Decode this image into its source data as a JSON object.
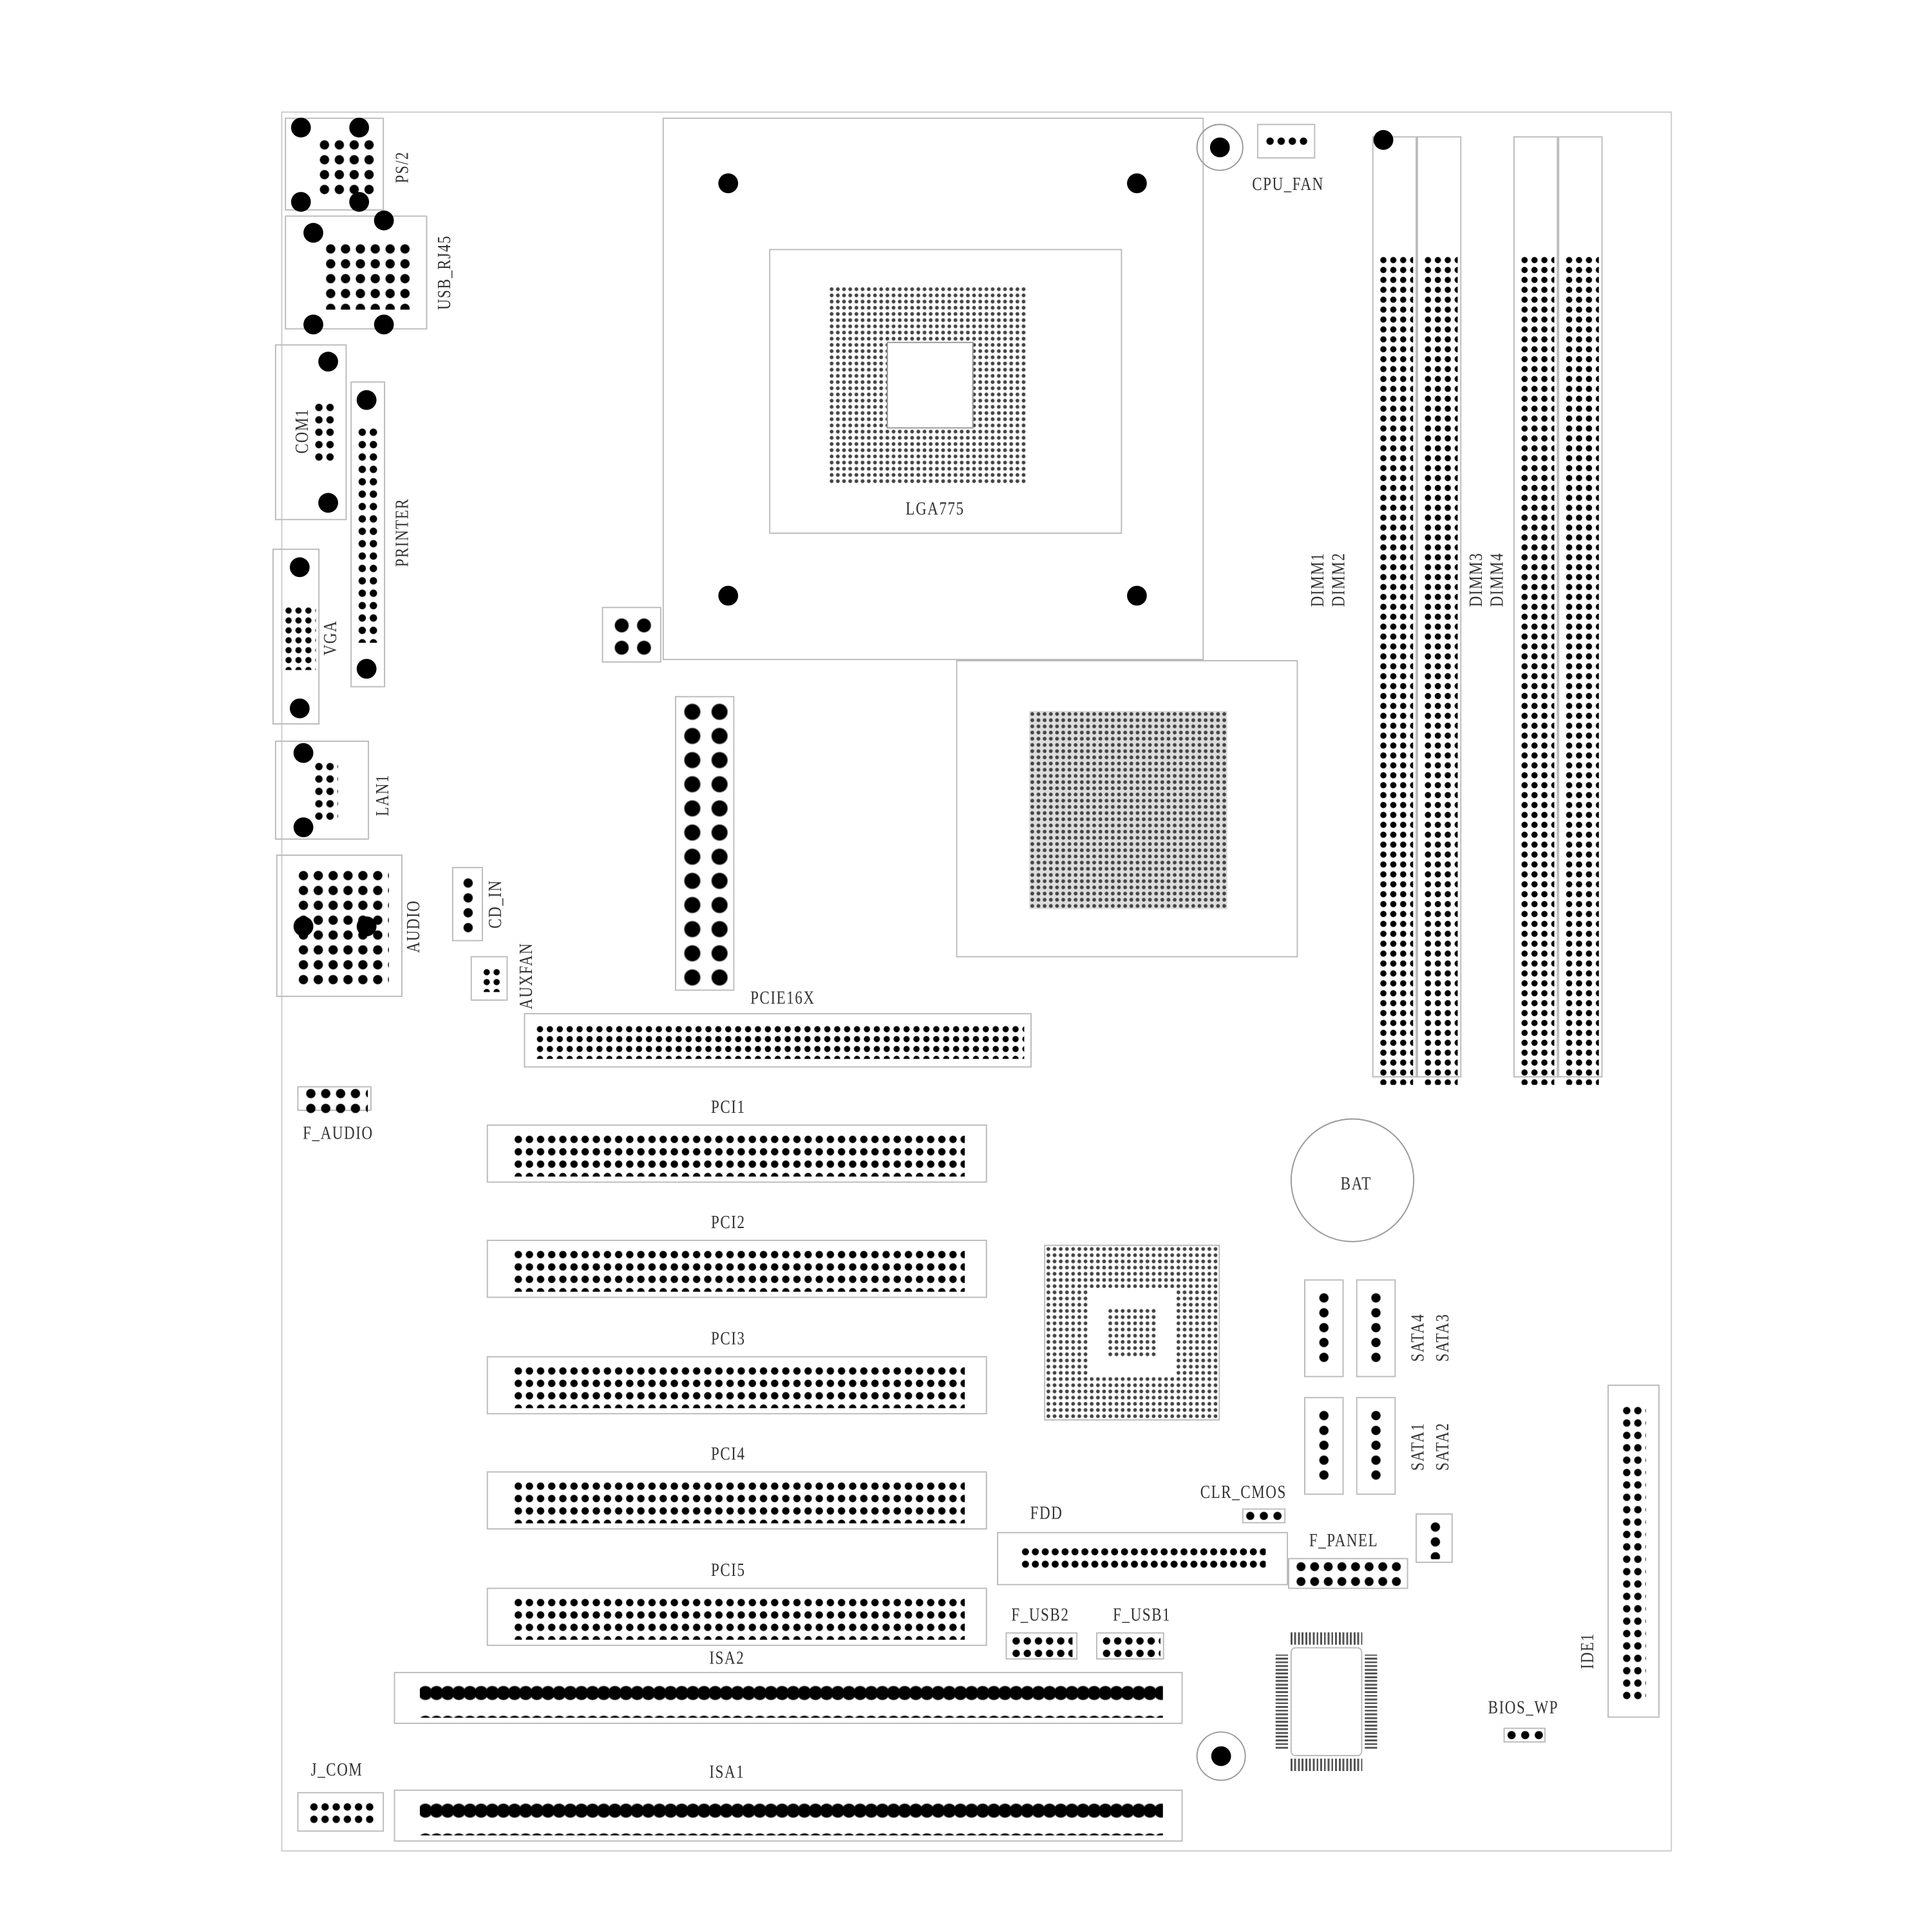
{
  "title": "Motherboard Layout",
  "rear_io": {
    "ps2": "PS/2",
    "usb_rj45": "USB_RJ45",
    "com1": "COM1",
    "printer": "PRINTER",
    "vga": "VGA",
    "lan1": "LAN1",
    "audio": "AUDIO"
  },
  "headers": {
    "cd_in": "CD_IN",
    "auxfan": "AUXFAN",
    "f_audio": "F_AUDIO",
    "cpu_fan": "CPU_FAN",
    "j_com": "J_COM",
    "clr_cmos": "CLR_CMOS",
    "fdd": "FDD",
    "f_panel": "F_PANEL",
    "f_usb2": "F_USB2",
    "f_usb1": "F_USB1",
    "bios_wp": "BIOS_WP",
    "ide1": "IDE1"
  },
  "cpu": {
    "socket": "LGA775"
  },
  "memory": {
    "dimm1": "DIMM1",
    "dimm2": "DIMM2",
    "dimm3": "DIMM3",
    "dimm4": "DIMM4"
  },
  "slots": {
    "pcie": "PCIE16X",
    "pci": [
      "PCI1",
      "PCI2",
      "PCI3",
      "PCI4",
      "PCI5"
    ],
    "isa2": "ISA2",
    "isa1": "ISA1"
  },
  "battery": "BAT",
  "sata": {
    "sata1": "SATA1",
    "sata2": "SATA2",
    "sata3": "SATA3",
    "sata4": "SATA4"
  }
}
